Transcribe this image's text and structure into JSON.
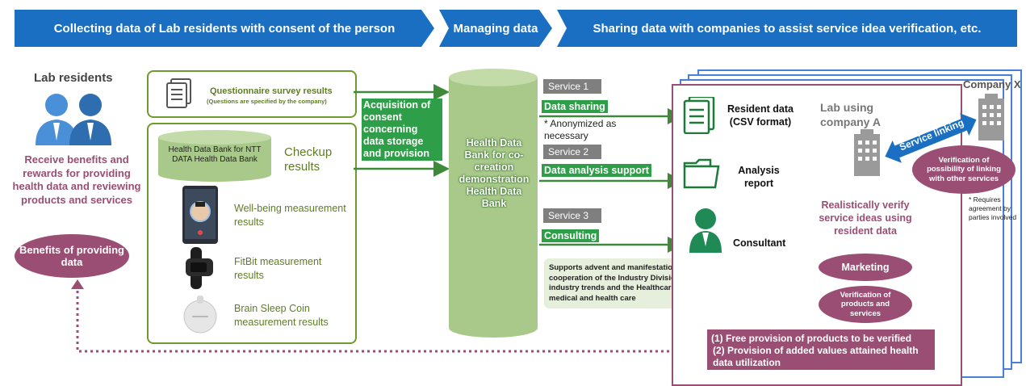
{
  "header": {
    "collecting": "Collecting data of Lab residents with consent of the person",
    "managing": "Managing data",
    "sharing": "Sharing data with companies to assist service idea verification, etc."
  },
  "lab_residents": {
    "title": "Lab residents",
    "description": "Receive benefits and rewards for providing health data and reviewing products and services",
    "benefits_label": "Benefits of providing data"
  },
  "questionnaire": {
    "title": "Questionnaire survey results",
    "note": "(Questions are specified by the company)"
  },
  "checkup": {
    "db_label": "Health Data Bank for NTT DATA Health Data Bank",
    "title": "Checkup results"
  },
  "measurements": [
    {
      "label": "Well-being measurement results",
      "icon": "smartphone-icon"
    },
    {
      "label": "FitBit measurement results",
      "icon": "fitbit-icon"
    },
    {
      "label": "Brain Sleep Coin measurement results",
      "icon": "sleep-coin-icon"
    }
  ],
  "acquisition_label": "Acquisition of consent concerning data storage and provision",
  "data_bank_label": "Health Data Bank for co-creation demonstration Health Data Bank",
  "services": [
    {
      "tag": "Service 1",
      "title": "Data sharing",
      "note": "* Anonymized as necessary"
    },
    {
      "tag": "Service 2",
      "title": "Data analysis support"
    },
    {
      "tag": "Service 3",
      "title": "Consulting"
    }
  ],
  "outputs": {
    "resident_data": "Resident data (CSV format)",
    "analysis_report": "Analysis report",
    "consultant": "Consultant"
  },
  "support_text": "Supports advent and manifestation of breakthrough ideas by cooperation of the Industry Division familiar with the latest industry trends and the Healthcare Division specialized in medical and health care",
  "company_a": {
    "title": "Lab using company A",
    "description": "Realistically verify service ideas using resident data",
    "marketing": "Marketing",
    "verification": "Verification of products and services"
  },
  "company_x": {
    "title": "Company X",
    "service_linking": "Service linking",
    "verification_linking": "Verification of possibility of linking with other services",
    "note": "* Requires agreement by parties involved"
  },
  "provisions": [
    "(1) Free provision of products to be verified",
    "(2) Provision of added values attained health data utilization"
  ],
  "colors": {
    "header_blue": "#1a6fc2",
    "green": "#2f9e49",
    "olive_border": "#6f9a2e",
    "maroon": "#9b4e73",
    "drum": "#a9c98a"
  }
}
